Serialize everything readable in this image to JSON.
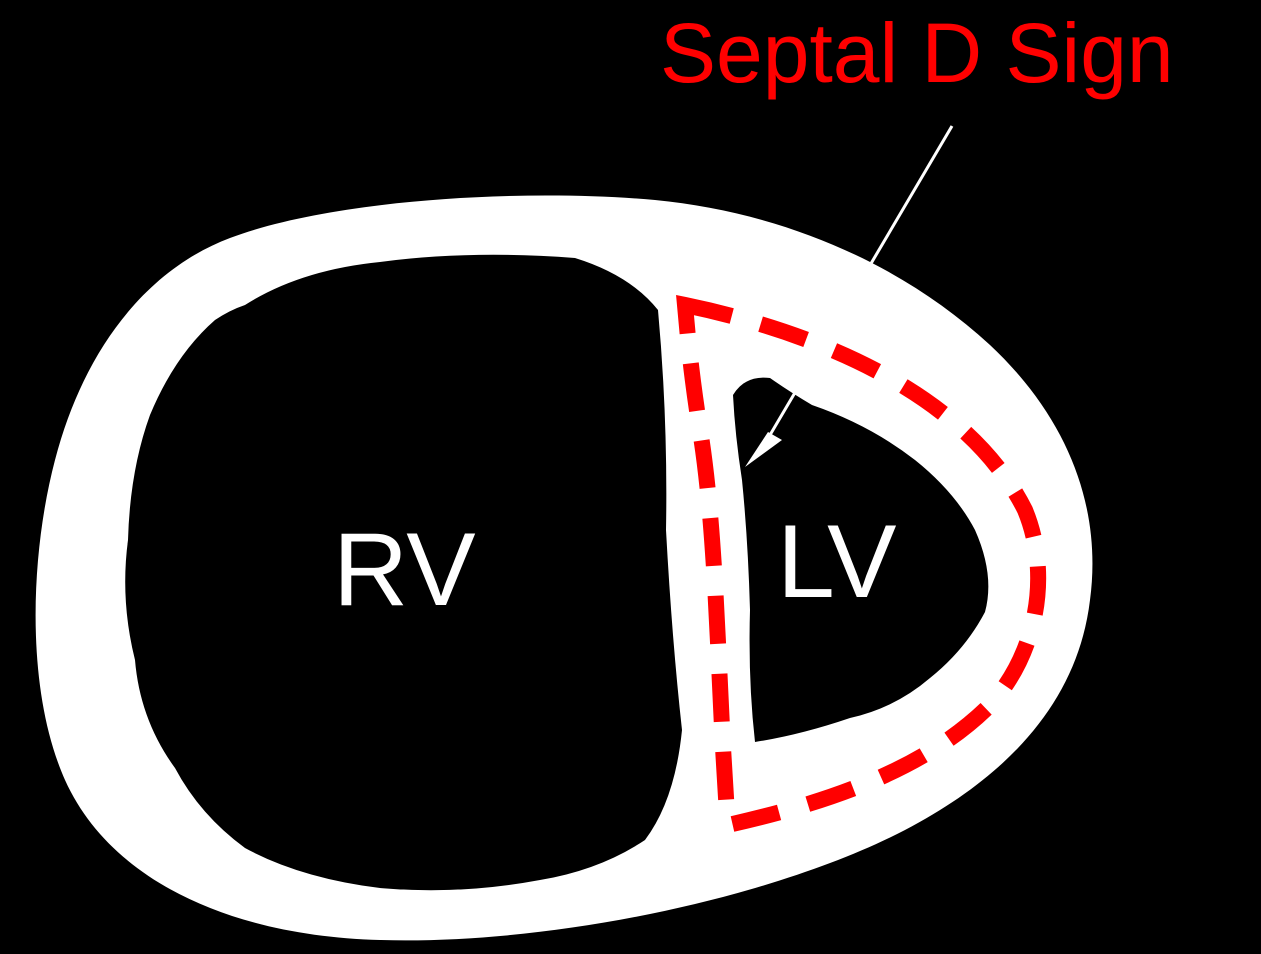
{
  "diagram": {
    "title": "Septal D Sign",
    "labels": {
      "right_ventricle": "RV",
      "left_ventricle": "LV"
    },
    "colors": {
      "background": "#000000",
      "myocardium": "#ffffff",
      "highlight": "#ff0000",
      "label_text": "#ffffff",
      "arrow": "#ffffff"
    }
  }
}
